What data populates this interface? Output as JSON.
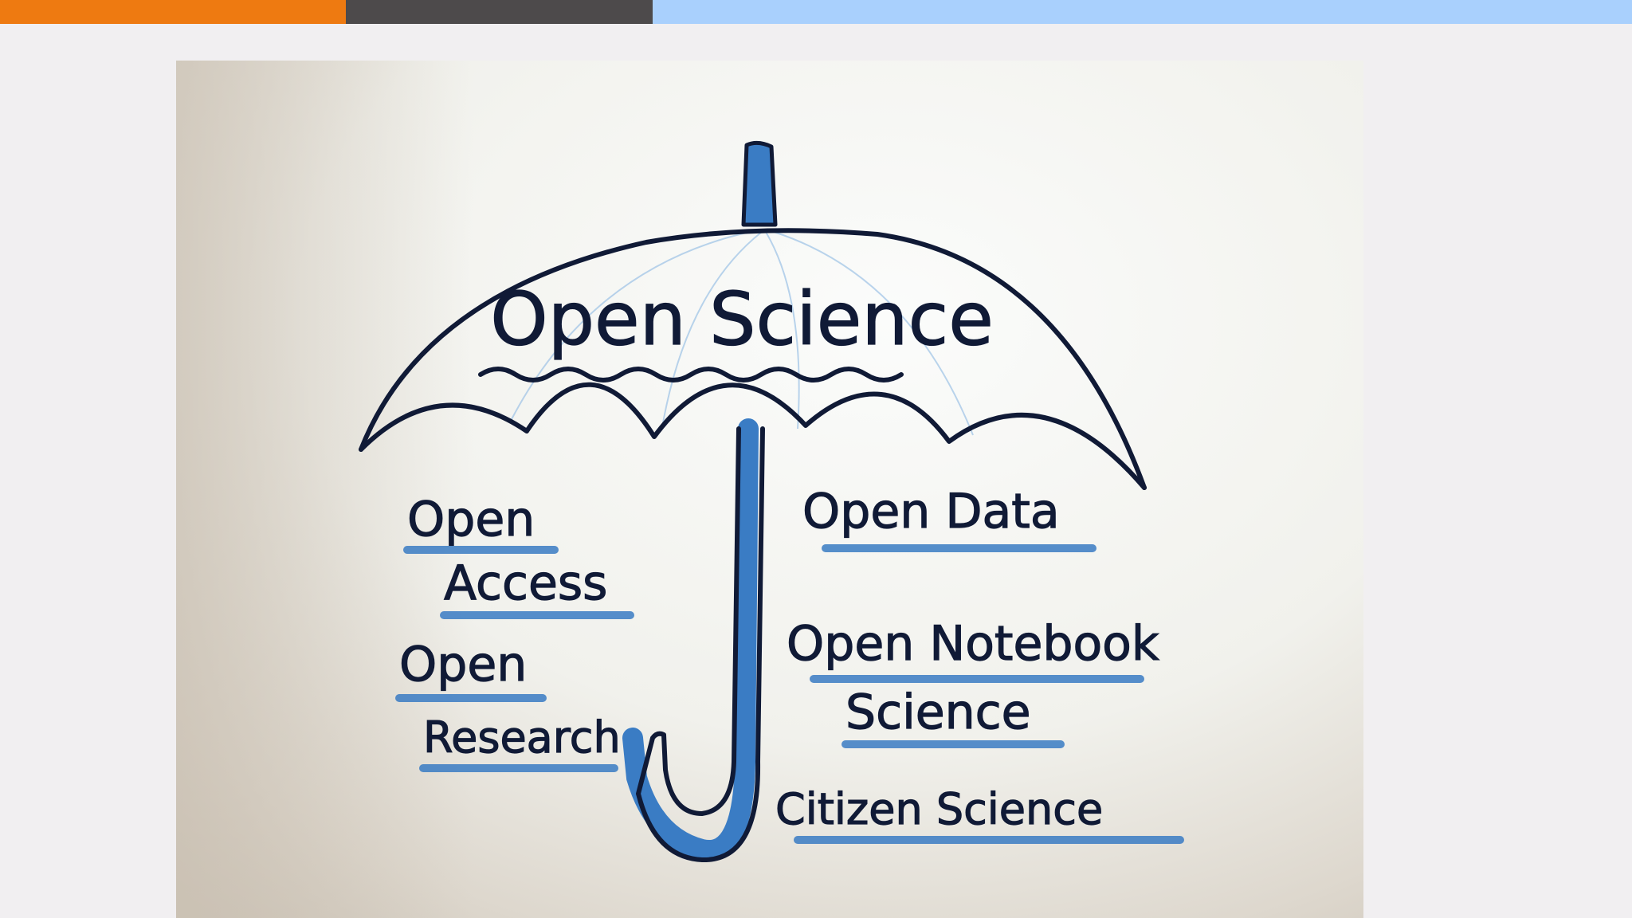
{
  "colors": {
    "bar_orange": "#ee7a11",
    "bar_dark": "#4d4a4b",
    "bar_blue": "#a9d0fd",
    "ink": "#101a36",
    "crayon_blue": "#3a7cc4"
  },
  "umbrella": {
    "title": "Open Science",
    "left_items": [
      {
        "line1": "Open",
        "line2": "Access"
      },
      {
        "line1": "Open",
        "line2": "Research"
      }
    ],
    "right_items": [
      {
        "line1": "Open Data",
        "line2": ""
      },
      {
        "line1": "Open Notebook",
        "line2": "Science"
      },
      {
        "line1": "Citizen Science",
        "line2": ""
      }
    ]
  }
}
